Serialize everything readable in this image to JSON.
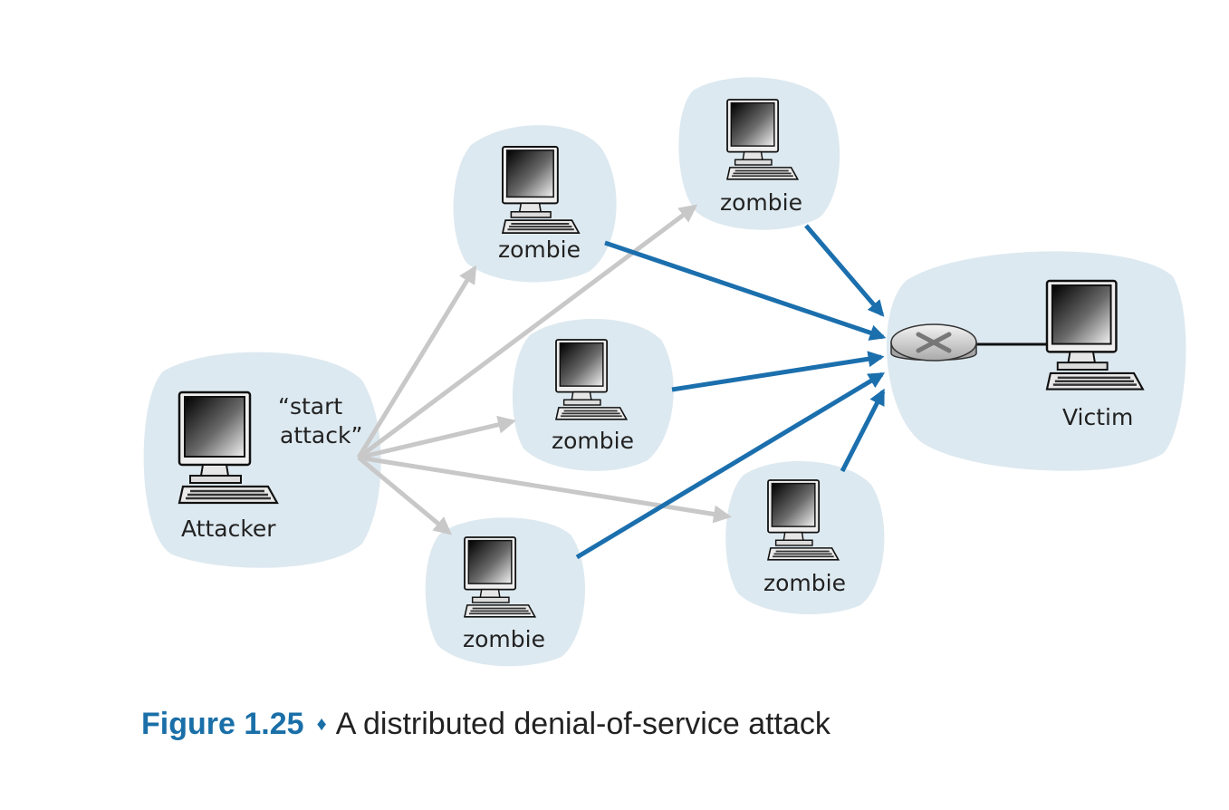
{
  "colors": {
    "blob": "#dde9f0",
    "attack_arrow": "#c8c8c8",
    "flood_arrow": "#1b6fad",
    "link": "#111111",
    "caption_accent": "#1a6fa8"
  },
  "nodes": {
    "attacker": {
      "label": "Attacker",
      "command_line1": "“start",
      "command_line2": "attack”",
      "icon": "desktop-computer-icon"
    },
    "zombie_top_left": {
      "label": "zombie",
      "icon": "desktop-computer-icon"
    },
    "zombie_top_right": {
      "label": "zombie",
      "icon": "desktop-computer-icon"
    },
    "zombie_middle": {
      "label": "zombie",
      "icon": "desktop-computer-icon"
    },
    "zombie_bottom_left": {
      "label": "zombie",
      "icon": "desktop-computer-icon"
    },
    "zombie_bottom_right": {
      "label": "zombie",
      "icon": "desktop-computer-icon"
    },
    "victim": {
      "label": "Victim",
      "icon": "desktop-computer-icon",
      "router_icon": "router-icon"
    }
  },
  "caption": {
    "figure_number": "Figure 1.25",
    "separator": "♦",
    "text": "A distributed denial-of-service attack"
  }
}
